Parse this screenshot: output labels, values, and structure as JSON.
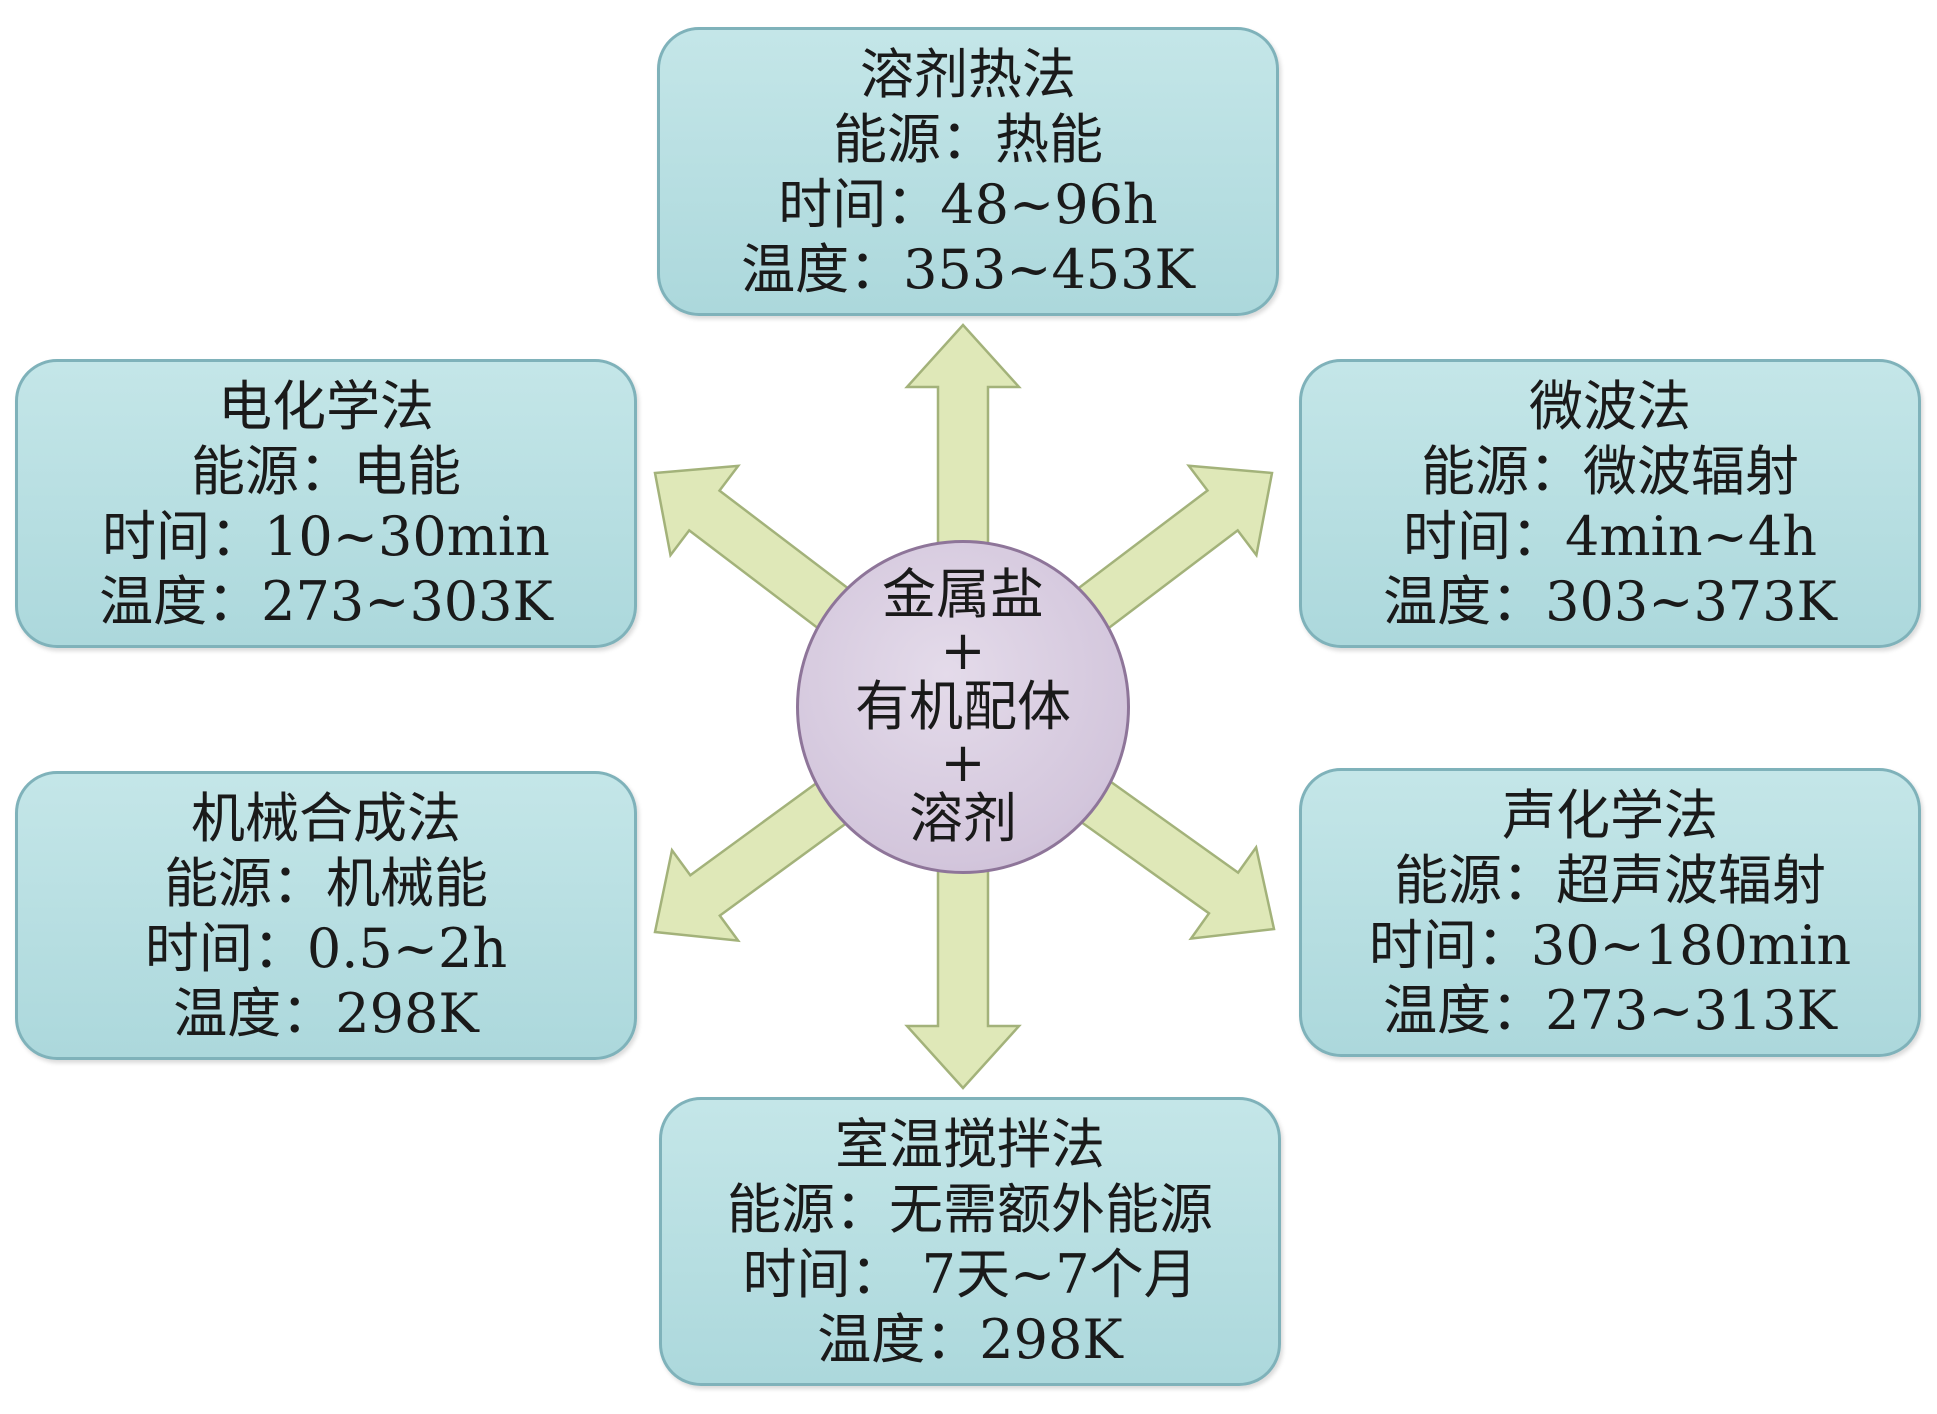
{
  "center": {
    "lines": [
      "金属盐",
      "+",
      "有机配体",
      "+",
      "溶剂"
    ]
  },
  "methods": [
    {
      "name": "溶剂热法",
      "energy": "能源：热能",
      "time": "时间：48~96h",
      "temp": "温度：353~453K"
    },
    {
      "name": "电化学法",
      "energy": "能源：电能",
      "time": "时间：10~30min",
      "temp": "温度：273~303K"
    },
    {
      "name": "微波法",
      "energy": "能源：微波辐射",
      "time": "时间：4min~4h",
      "temp": "温度：303~373K"
    },
    {
      "name": "机械合成法",
      "energy": "能源：机械能",
      "time": "时间：0.5~2h",
      "temp": "温度：298K"
    },
    {
      "name": "声化学法",
      "energy": "能源：超声波辐射",
      "time": "时间：30~180min",
      "temp": "温度：273~313K"
    },
    {
      "name": "室温搅拌法",
      "energy": "能源：无需额外能源",
      "time": "时间： 7天~7个月",
      "temp": "温度：298K"
    }
  ],
  "colors": {
    "box": "#b2dde0",
    "circle": "#d3c6dc",
    "arrow": "#dfe8b8"
  }
}
